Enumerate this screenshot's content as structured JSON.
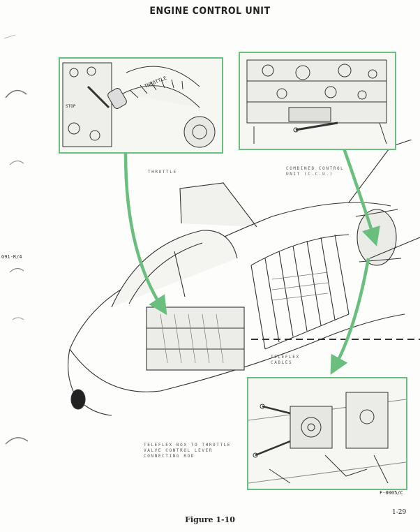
{
  "page": {
    "title": "ENGINE CONTROL UNIT",
    "side_code": "G91-R/4",
    "figure_caption": "Figure 1-10",
    "page_number": "1-29",
    "figure_code": "F-0005/C"
  },
  "callouts": {
    "throttle": "THROTTLE",
    "combined_control_line1": "COMBINED CONTROL",
    "combined_control_line2": "UNIT (C.C.U.)",
    "teleflex_line1": "TELEFLEX",
    "teleflex_line2": "CABLES",
    "connecting_line1": "TELEFLEX BOX TO THROTTLE",
    "connecting_line2": "VALVE CONTROL LEVER",
    "connecting_line3": "CONNECTING ROD"
  },
  "inset_throttle": {
    "plate_text": "THROTTLE",
    "knob_text": "STOP"
  },
  "colors": {
    "accent_green": "#6abf7e",
    "ink": "#222222",
    "paper": "#fdfdfb"
  }
}
